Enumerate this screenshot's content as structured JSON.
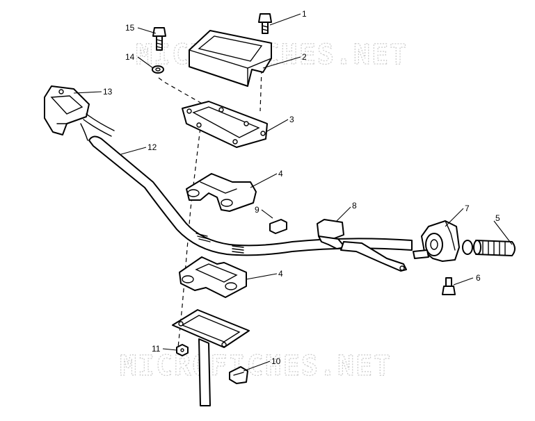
{
  "watermark": {
    "text": "MICROFICHES.NET"
  },
  "callouts": [
    "1",
    "2",
    "3",
    "4",
    "4",
    "5",
    "6",
    "7",
    "8",
    "9",
    "10",
    "11",
    "12",
    "13",
    "14",
    "15"
  ],
  "colors": {
    "ink": "#000000",
    "watermark": "#c9c9c9",
    "background": "#ffffff"
  }
}
